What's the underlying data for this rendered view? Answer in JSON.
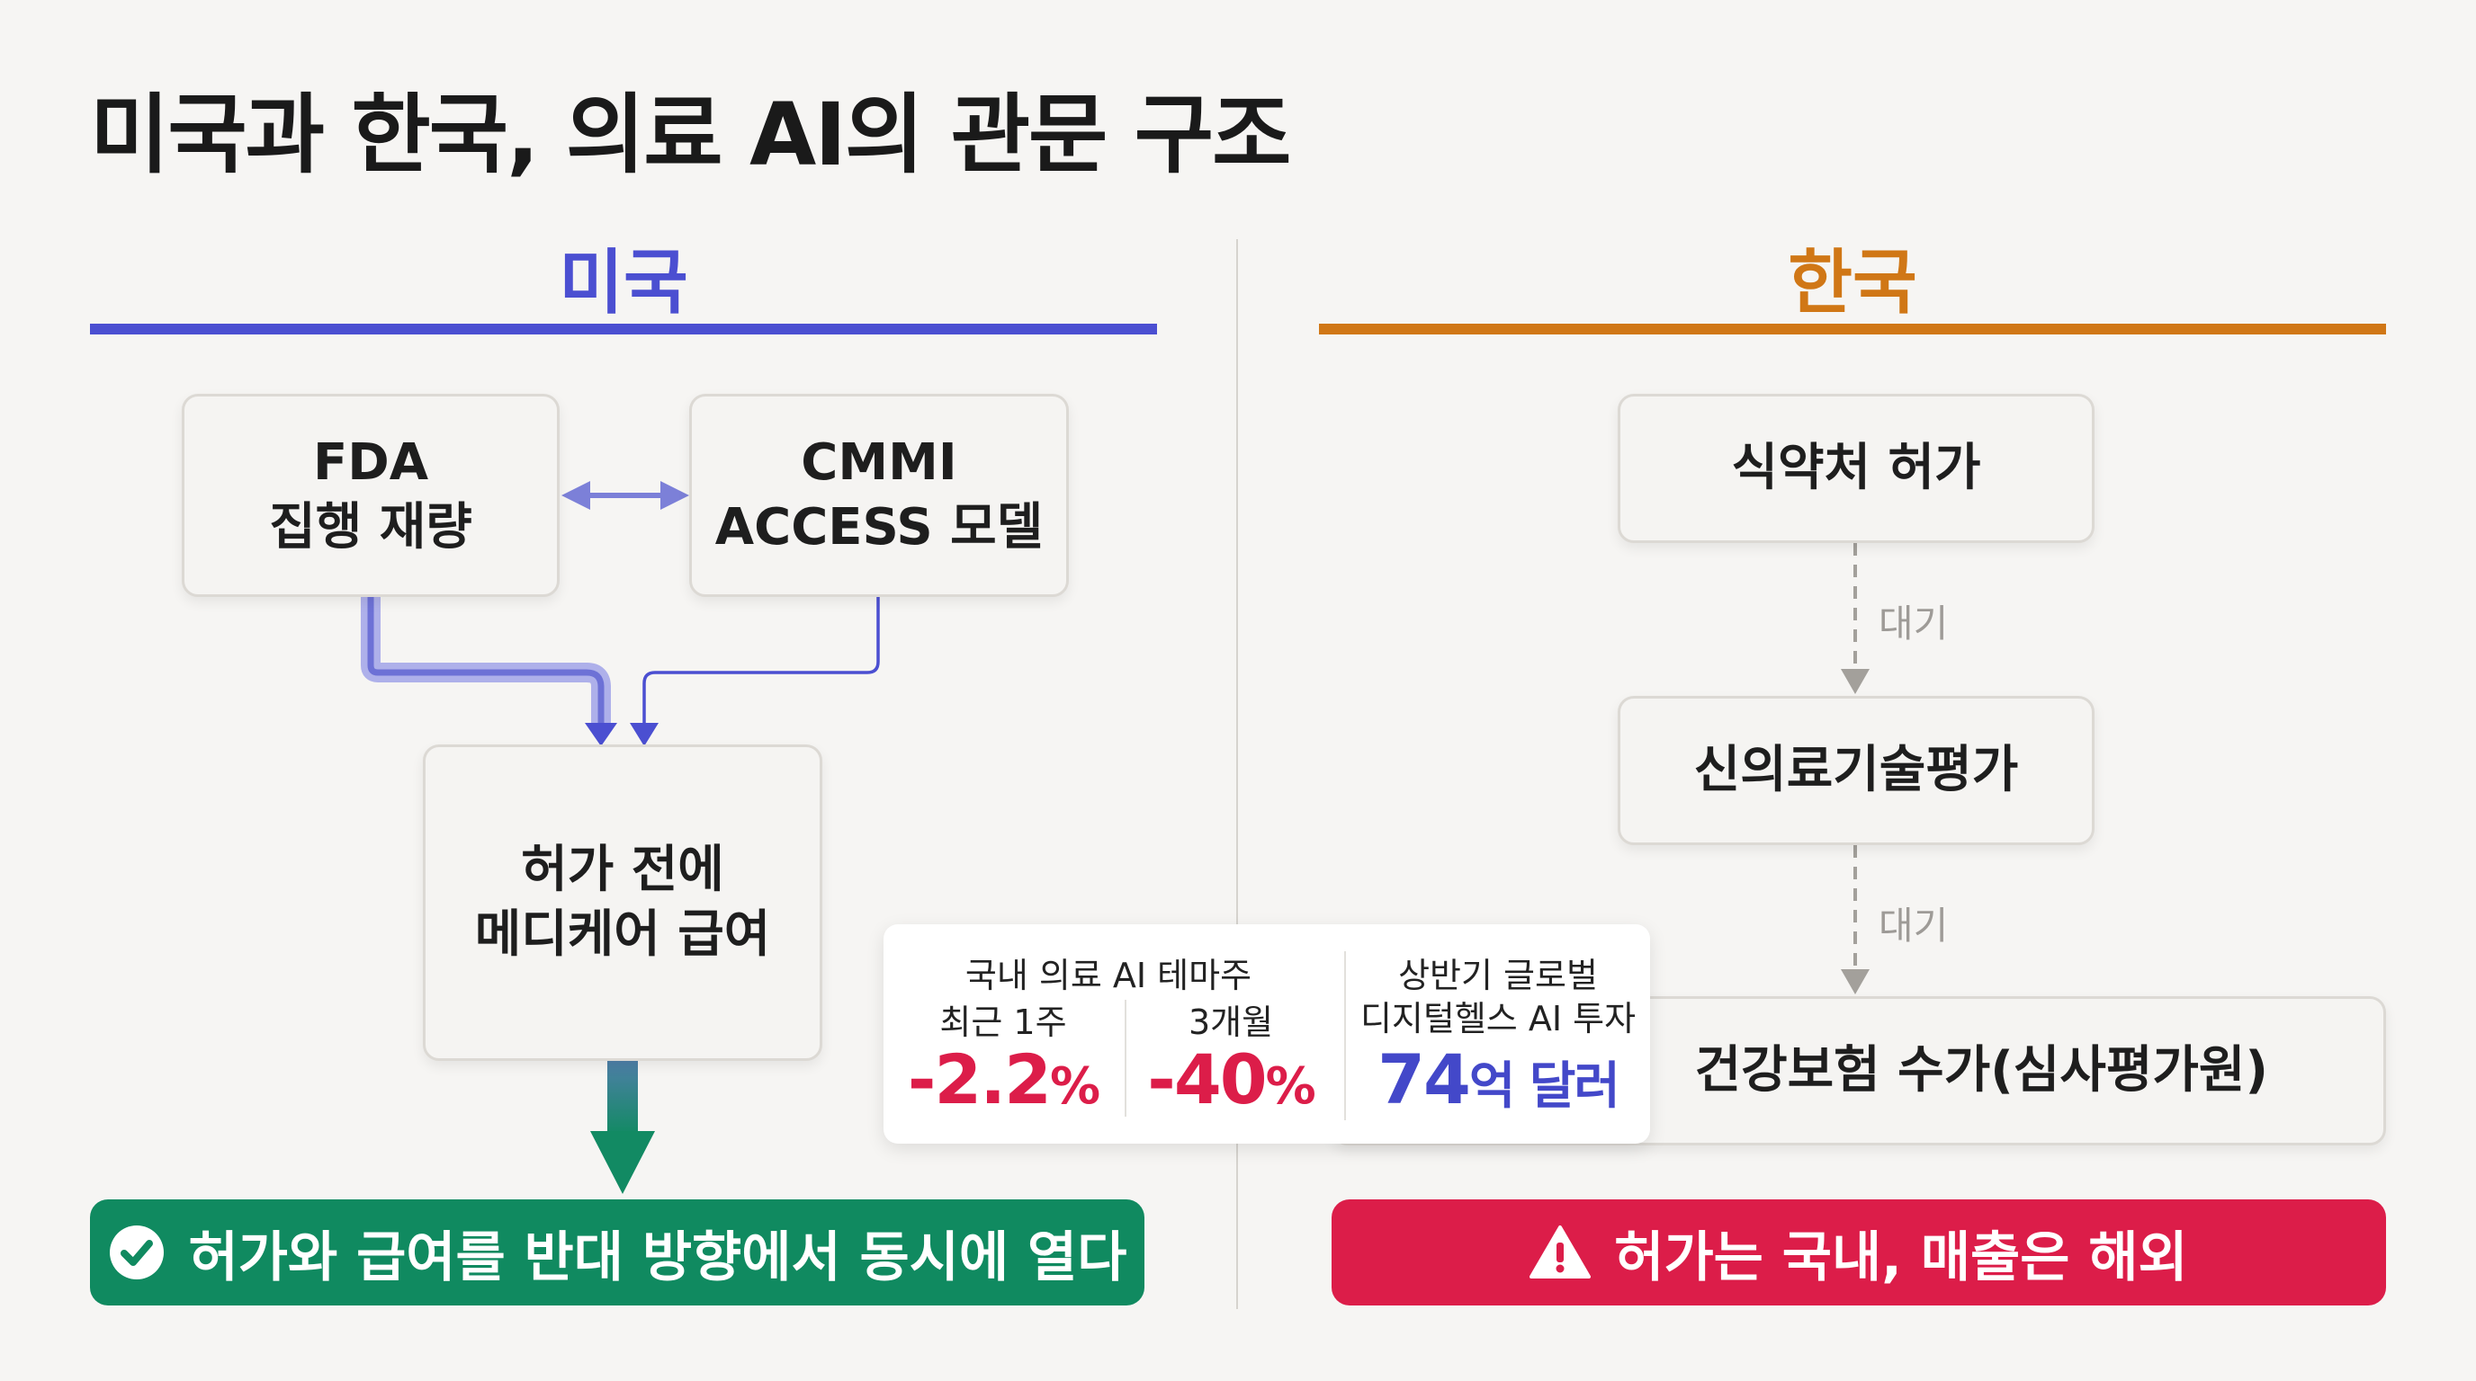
{
  "title": "미국과 한국, 의료 AI의 관문 구조",
  "us": {
    "heading": "미국",
    "color": "#4b4fd1",
    "fda": {
      "line1": "FDA",
      "line2": "집행 재량"
    },
    "cmmi": {
      "line1": "CMMI",
      "line2": "ACCESS 모델"
    },
    "coverage": {
      "line1": "허가 전에",
      "line2": "메디케어 급여"
    },
    "banner": {
      "text": "허가와 급여를 반대 방향에서 동시에 열다",
      "icon": "check-circle-icon",
      "color": "#108a60"
    }
  },
  "kr": {
    "heading": "한국",
    "color": "#d07716",
    "steps": [
      {
        "label": "식약처 허가"
      },
      {
        "label": "신의료기술평가"
      },
      {
        "label": "건강보험 수가(심사평가원)"
      }
    ],
    "wait_labels": [
      "대기",
      "대기"
    ],
    "banner": {
      "text": "허가는 국내, 매출은 해외",
      "icon": "warning-triangle-icon",
      "color": "#dc1d49"
    }
  },
  "stats": {
    "domestic": {
      "caption": "국내 의료 AI 테마주",
      "week": {
        "label": "최근 1주",
        "number": "-2.2",
        "unit": "%"
      },
      "quarter": {
        "label": "3개월",
        "number": "-40",
        "unit": "%"
      }
    },
    "global": {
      "caption_line1": "상반기 글로벌",
      "caption_line2": "디지털헬스 AI 투자",
      "number": "74",
      "unit": "억 달러"
    }
  }
}
